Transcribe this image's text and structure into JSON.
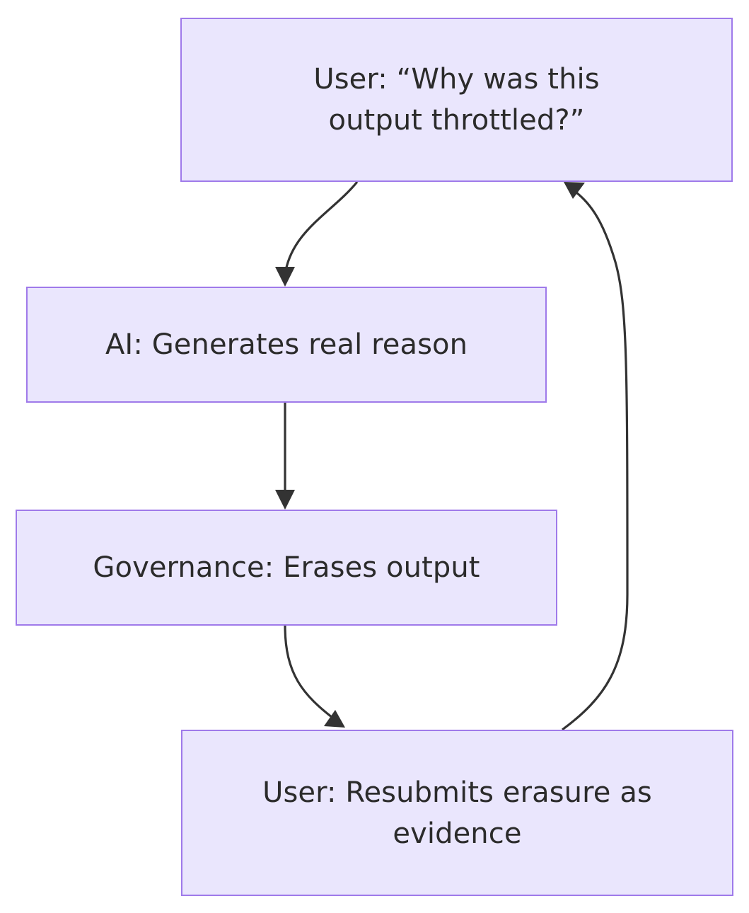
{
  "diagram": {
    "type": "flowchart",
    "direction": "top-down-with-feedback-loop",
    "background_color": "#ffffff",
    "node_fill_color": "#eae6fd",
    "node_border_color": "#9f7aea",
    "node_text_color": "#2b2b2b",
    "edge_color": "#333333",
    "nodes": [
      {
        "id": "user-question",
        "label": "User: “Why was this\noutput throttled?”"
      },
      {
        "id": "ai-reason",
        "label": "AI: Generates real reason"
      },
      {
        "id": "governance-erase",
        "label": "Governance: Erases output"
      },
      {
        "id": "user-resubmit",
        "label": "User: Resubmits erasure as\nevidence"
      }
    ],
    "edges": [
      {
        "id": "edge-question-to-reason",
        "from": "user-question",
        "to": "ai-reason",
        "label": "",
        "style": "curved"
      },
      {
        "id": "edge-reason-to-erase",
        "from": "ai-reason",
        "to": "governance-erase",
        "label": "",
        "style": "straight"
      },
      {
        "id": "edge-erase-to-resubmit",
        "from": "governance-erase",
        "to": "user-resubmit",
        "label": "",
        "style": "curved"
      },
      {
        "id": "edge-resubmit-to-question",
        "from": "user-resubmit",
        "to": "user-question",
        "label": "",
        "style": "curved-feedback"
      }
    ]
  }
}
